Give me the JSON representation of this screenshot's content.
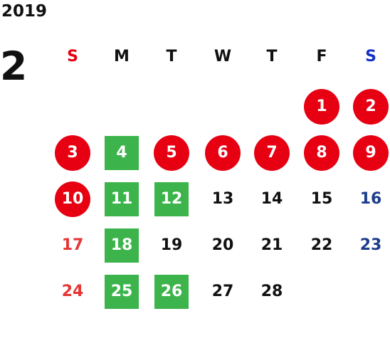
{
  "year": "2019",
  "month": "2",
  "weekdays": [
    {
      "label": "S",
      "color": "#e60012"
    },
    {
      "label": "M",
      "color": "#111111"
    },
    {
      "label": "T",
      "color": "#111111"
    },
    {
      "label": "W",
      "color": "#111111"
    },
    {
      "label": "T",
      "color": "#111111"
    },
    {
      "label": "F",
      "color": "#111111"
    },
    {
      "label": "S",
      "color": "#1432c8"
    }
  ],
  "colors": {
    "holiday_circle": "#e60012",
    "highlight_square": "#3cb44b",
    "sunday_text": "#e53535",
    "saturday_text": "#1d3e8c",
    "weekday_text": "#111111"
  },
  "days": [
    {
      "day": "1",
      "col": 5,
      "row": 0,
      "style": "circle"
    },
    {
      "day": "2",
      "col": 6,
      "row": 0,
      "style": "circle"
    },
    {
      "day": "3",
      "col": 0,
      "row": 1,
      "style": "circle"
    },
    {
      "day": "4",
      "col": 1,
      "row": 1,
      "style": "square"
    },
    {
      "day": "5",
      "col": 2,
      "row": 1,
      "style": "circle"
    },
    {
      "day": "6",
      "col": 3,
      "row": 1,
      "style": "circle"
    },
    {
      "day": "7",
      "col": 4,
      "row": 1,
      "style": "circle"
    },
    {
      "day": "8",
      "col": 5,
      "row": 1,
      "style": "circle"
    },
    {
      "day": "9",
      "col": 6,
      "row": 1,
      "style": "circle"
    },
    {
      "day": "10",
      "col": 0,
      "row": 2,
      "style": "circle"
    },
    {
      "day": "11",
      "col": 1,
      "row": 2,
      "style": "square"
    },
    {
      "day": "12",
      "col": 2,
      "row": 2,
      "style": "square"
    },
    {
      "day": "13",
      "col": 3,
      "row": 2,
      "style": "plain"
    },
    {
      "day": "14",
      "col": 4,
      "row": 2,
      "style": "plain"
    },
    {
      "day": "15",
      "col": 5,
      "row": 2,
      "style": "plain"
    },
    {
      "day": "16",
      "col": 6,
      "row": 2,
      "style": "plain"
    },
    {
      "day": "17",
      "col": 0,
      "row": 3,
      "style": "plain"
    },
    {
      "day": "18",
      "col": 1,
      "row": 3,
      "style": "square"
    },
    {
      "day": "19",
      "col": 2,
      "row": 3,
      "style": "plain"
    },
    {
      "day": "20",
      "col": 3,
      "row": 3,
      "style": "plain"
    },
    {
      "day": "21",
      "col": 4,
      "row": 3,
      "style": "plain"
    },
    {
      "day": "22",
      "col": 5,
      "row": 3,
      "style": "plain"
    },
    {
      "day": "23",
      "col": 6,
      "row": 3,
      "style": "plain"
    },
    {
      "day": "24",
      "col": 0,
      "row": 4,
      "style": "plain"
    },
    {
      "day": "25",
      "col": 1,
      "row": 4,
      "style": "square"
    },
    {
      "day": "26",
      "col": 2,
      "row": 4,
      "style": "square"
    },
    {
      "day": "27",
      "col": 3,
      "row": 4,
      "style": "plain"
    },
    {
      "day": "28",
      "col": 4,
      "row": 4,
      "style": "plain"
    }
  ]
}
